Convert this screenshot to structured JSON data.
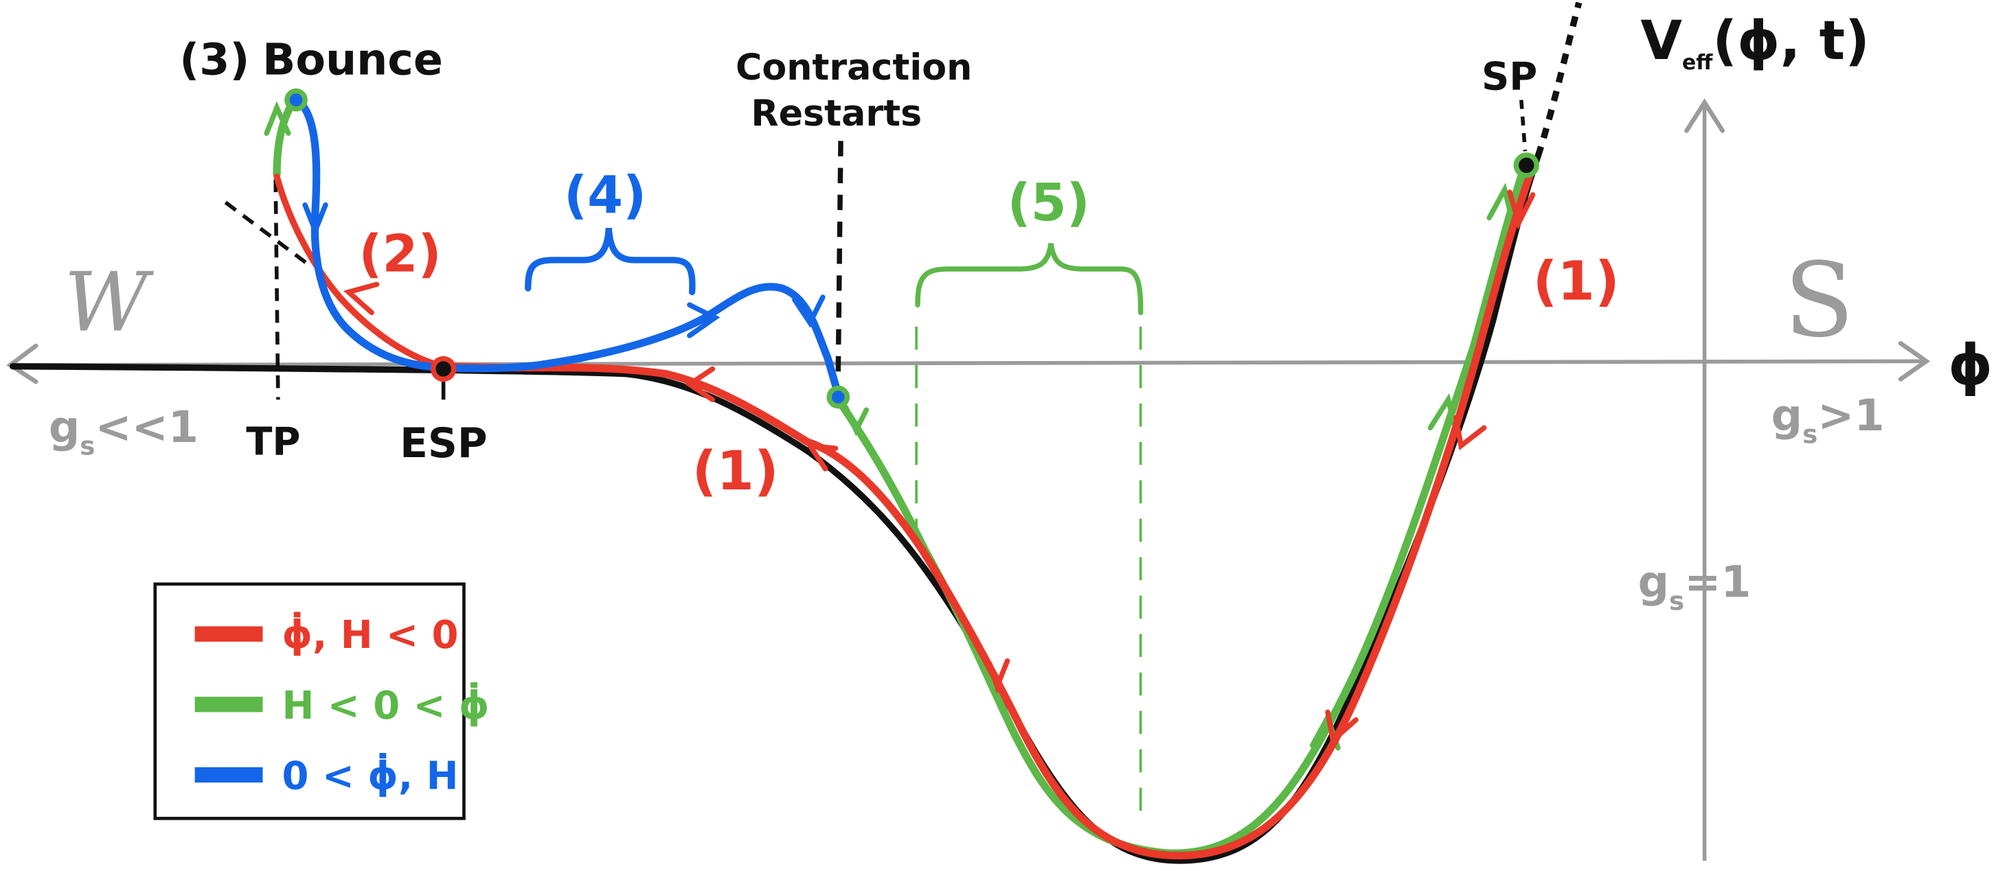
{
  "title": "V_eff(ϕ, t)",
  "title_main": "V",
  "title_sub": "eff",
  "title_args": "(ϕ, t)",
  "axis_x_label": "ϕ",
  "left_region_letter": "W",
  "right_region_letter": "S",
  "weak_coupling": "gs<<1",
  "weak_coupling_main": "g",
  "weak_coupling_rest": "<<1",
  "strong_coupling": "gs>1",
  "strong_coupling_main": "g",
  "strong_coupling_rest": ">1",
  "self_dual": "gs=1",
  "self_dual_main": "g",
  "self_dual_rest": "=1",
  "sub_s": "s",
  "points": {
    "tp": "TP",
    "esp": "ESP",
    "sp": "SP"
  },
  "annotations": {
    "bounce_num": "(3)",
    "bounce_word": "Bounce",
    "contraction_line1": "Contraction",
    "contraction_line2": "Restarts",
    "phase_1_left": "(1)",
    "phase_1_right": "(1)",
    "phase_2": "(2)",
    "phase_4": "(4)",
    "phase_5": "(5)"
  },
  "legend": [
    {
      "label": "ϕ̇, H < 0",
      "color": "#e8392a"
    },
    {
      "label": "H < 0 < ϕ̇",
      "color": "#5cb848"
    },
    {
      "label": "0 < ϕ̇, H",
      "color": "#1466e8"
    }
  ],
  "colors": {
    "red": "#e8392a",
    "green": "#5cb848",
    "blue": "#1466e8",
    "ink": "#111111",
    "axis": "#9b9b9b"
  }
}
